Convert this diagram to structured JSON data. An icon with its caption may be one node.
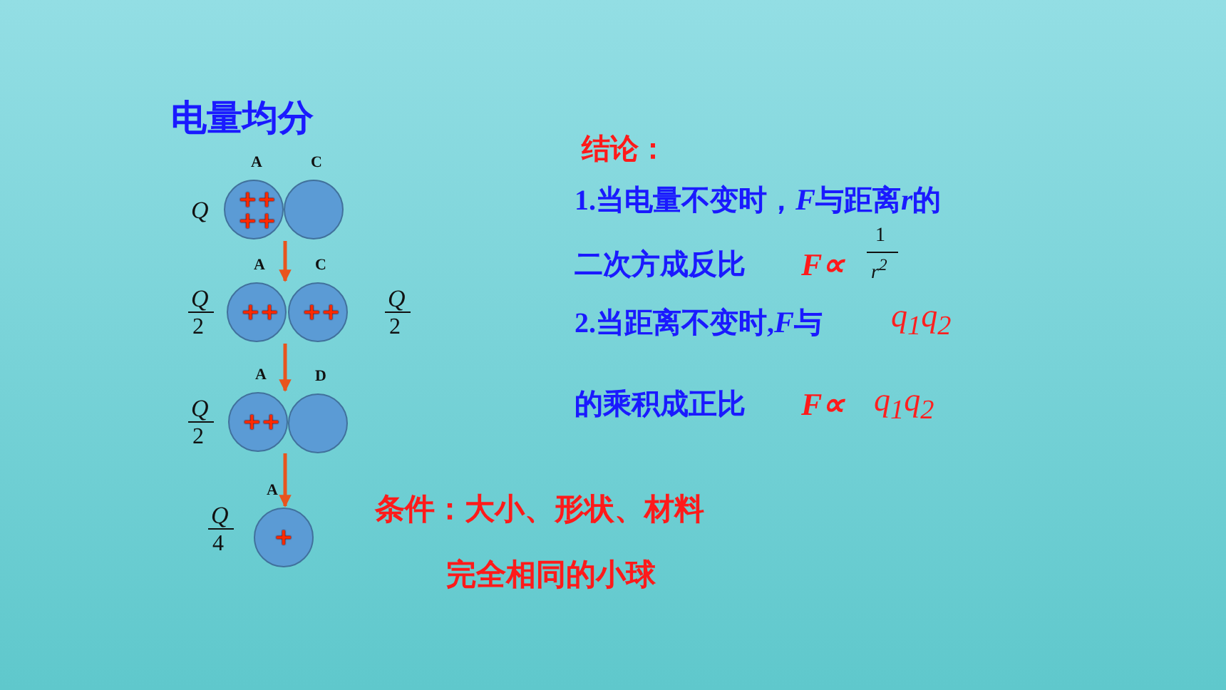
{
  "diagram": {
    "title": "电量均分",
    "nodes": [
      {
        "text": [
          "++ ++"
        ],
        "beside": [
          "A"
        ]
      },
      {
        "text": [],
        "shape": "circle",
        "beside": [
          "C"
        ]
      },
      {
        "text": [
          "++"
        ],
        "beside": [
          "A"
        ]
      },
      {
        "text": [
          "++"
        ],
        "beside": [
          "C"
        ]
      },
      {
        "text": [
          "++"
        ],
        "beside": [
          "A"
        ]
      },
      {
        "text": [],
        "shape": "circle",
        "beside": [
          "D"
        ]
      },
      {
        "text": [
          "+"
        ],
        "beside": [
          "A"
        ]
      }
    ],
    "edges": [
      {
        "from": 0,
        "to": 2,
        "arrow": "to"
      },
      {
        "from": 2,
        "to": 4,
        "arrow": "to"
      },
      {
        "from": 4,
        "to": 6,
        "arrow": "to"
      }
    ],
    "labels": [
      "Q",
      "Q",
      "2",
      "Q",
      "2",
      "Q",
      "2",
      "Q",
      "4",
      "结论：",
      "1.当电量不变时，",
      "F",
      "与距离",
      "r",
      "的",
      "二次方成反比",
      "F∝",
      "1",
      "r$^{2}$",
      "2.当距离不变时,",
      "F",
      "与",
      "q$_{1}$q$_{2}$",
      "的乘积成正比",
      "F∝",
      "q$_{1}$q$_{2}$",
      "条件：大小、形状、材料",
      "完全相同的小球"
    ]
  }
}
